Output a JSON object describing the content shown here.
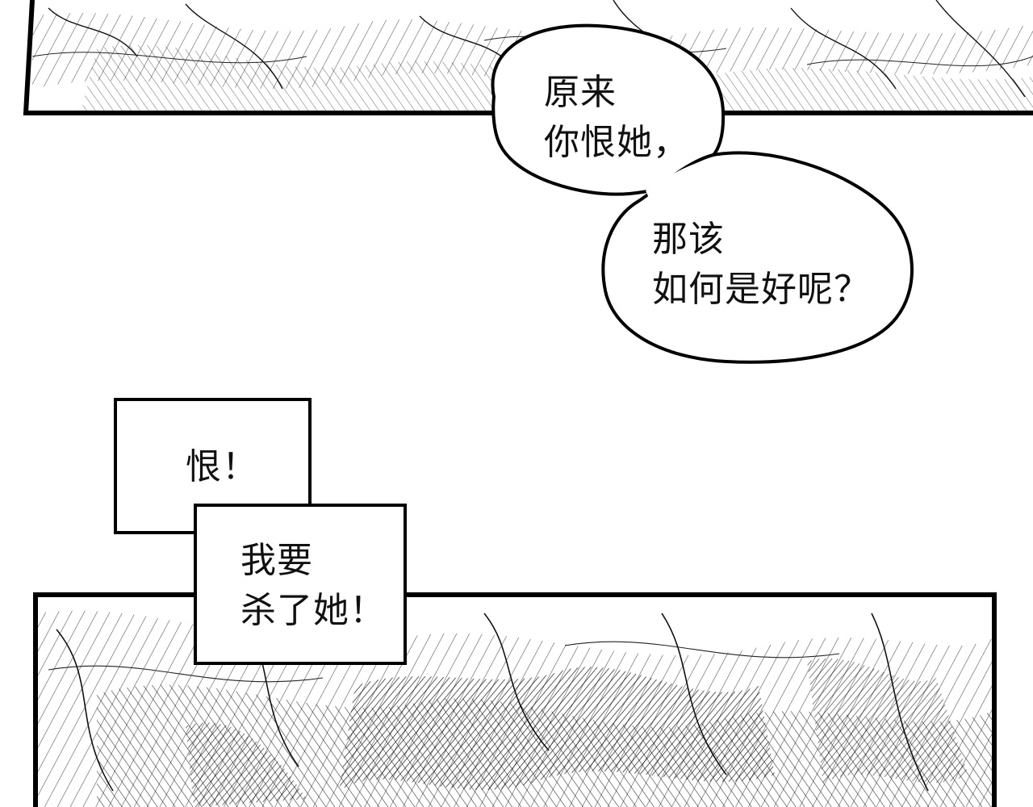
{
  "panels": {
    "top_panel": {
      "description_icon": "hatched-rock-texture"
    },
    "bottom_panel": {
      "description_icon": "hatched-rock-texture"
    }
  },
  "speech_bubbles": {
    "bubble_1": {
      "lines": [
        "原来",
        "你恨她，"
      ]
    },
    "bubble_2": {
      "lines": [
        "那该",
        "如何是好呢？"
      ]
    }
  },
  "caption_boxes": {
    "box_1": {
      "lines": [
        "恨！"
      ]
    },
    "box_2": {
      "lines": [
        "我要",
        "杀了她！"
      ]
    }
  },
  "colors": {
    "ink": "#111111",
    "paper": "#ffffff"
  }
}
